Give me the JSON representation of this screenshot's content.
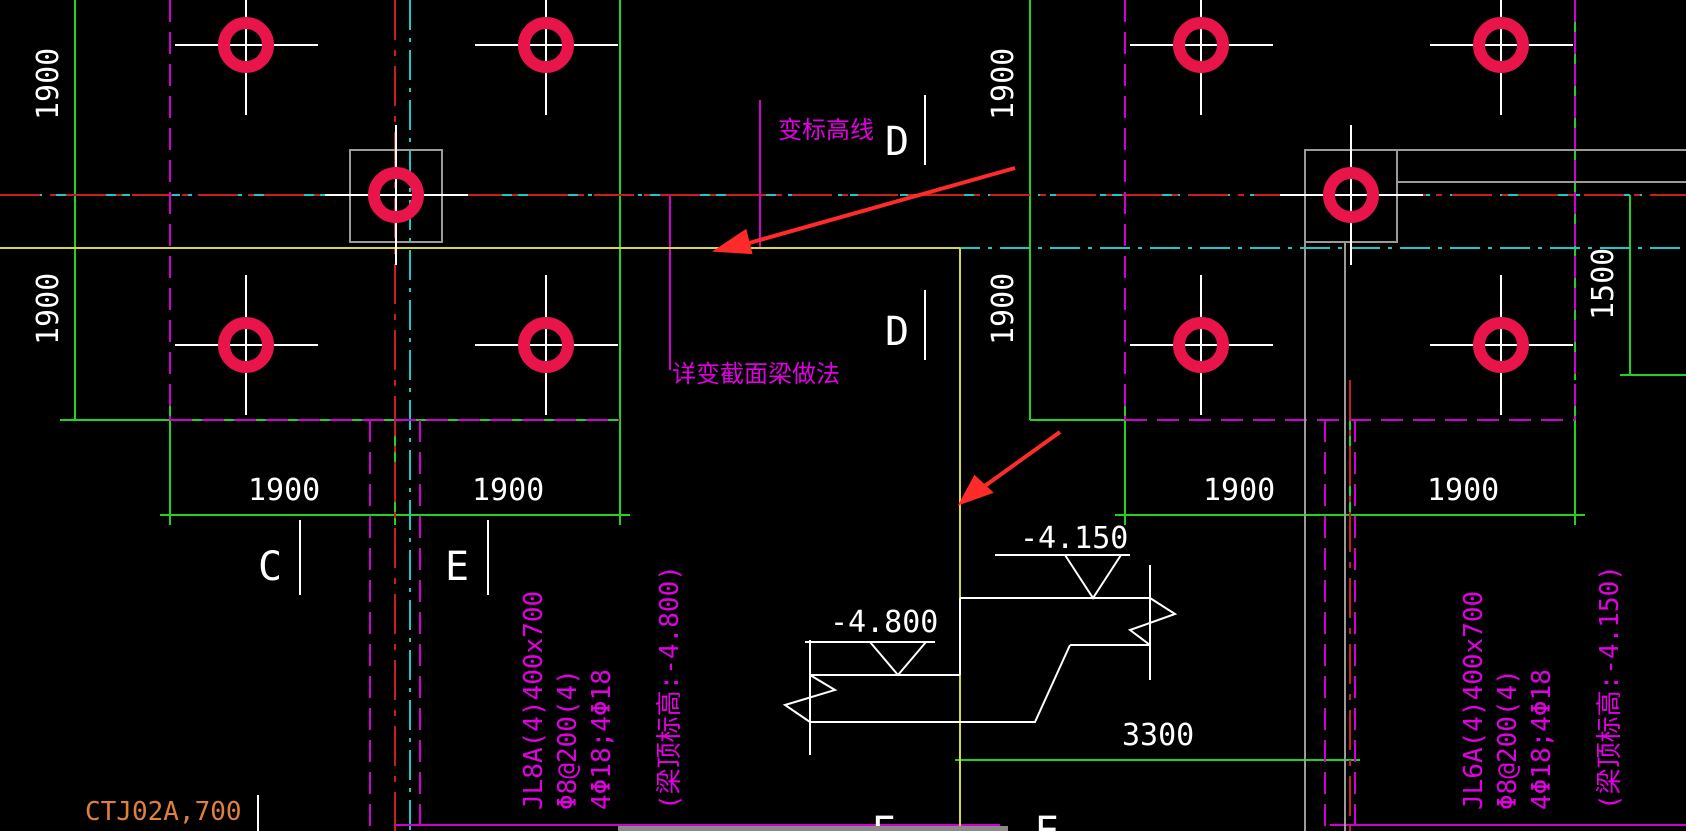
{
  "colors": {
    "background": "#000000",
    "pile": "#e8144a",
    "grid_green": "#1fd31f",
    "axis_cyan": "#19c8c8",
    "beam_red": "#c81e1e",
    "dash_magenta": "#d000d0",
    "foundation_yellow": "#d8d83a",
    "annotation_magenta": "#e000e0",
    "arrow_red": "#ff2a2a",
    "cap_label_orange": "#e0803a"
  },
  "dimensions": {
    "left_v_top": "1900",
    "left_v_bottom": "1900",
    "left_h_1": "1900",
    "left_h_2": "1900",
    "mid_v_top": "1900",
    "mid_v_bottom": "1900",
    "right_h_1": "1900",
    "right_h_2": "1900",
    "right_v": "1500",
    "step_length": "3300"
  },
  "axis_labels": {
    "d_top": "D",
    "d_mid": "D",
    "c": "C",
    "e": "E",
    "bottom_1": "E",
    "bottom_2": "E"
  },
  "annotations": {
    "elevation_change_line": "变标高线",
    "section_detail": "详变截面梁做法"
  },
  "elevations": {
    "high": "-4.150",
    "low": "-4.800"
  },
  "beams": {
    "left": {
      "line1": "JL8A(4)400x700",
      "line2": "Φ8@200(4)",
      "line3": "4Φ18;4Φ18",
      "line4": "(梁顶标高:-4.800)"
    },
    "right": {
      "line1": "JL6A(4)400x700",
      "line2": "Φ8@200(4)",
      "line3": "4Φ18;4Φ18",
      "line4": "(梁顶标高:-4.150)"
    }
  },
  "pile_cap_label": "CTJ02A,700"
}
